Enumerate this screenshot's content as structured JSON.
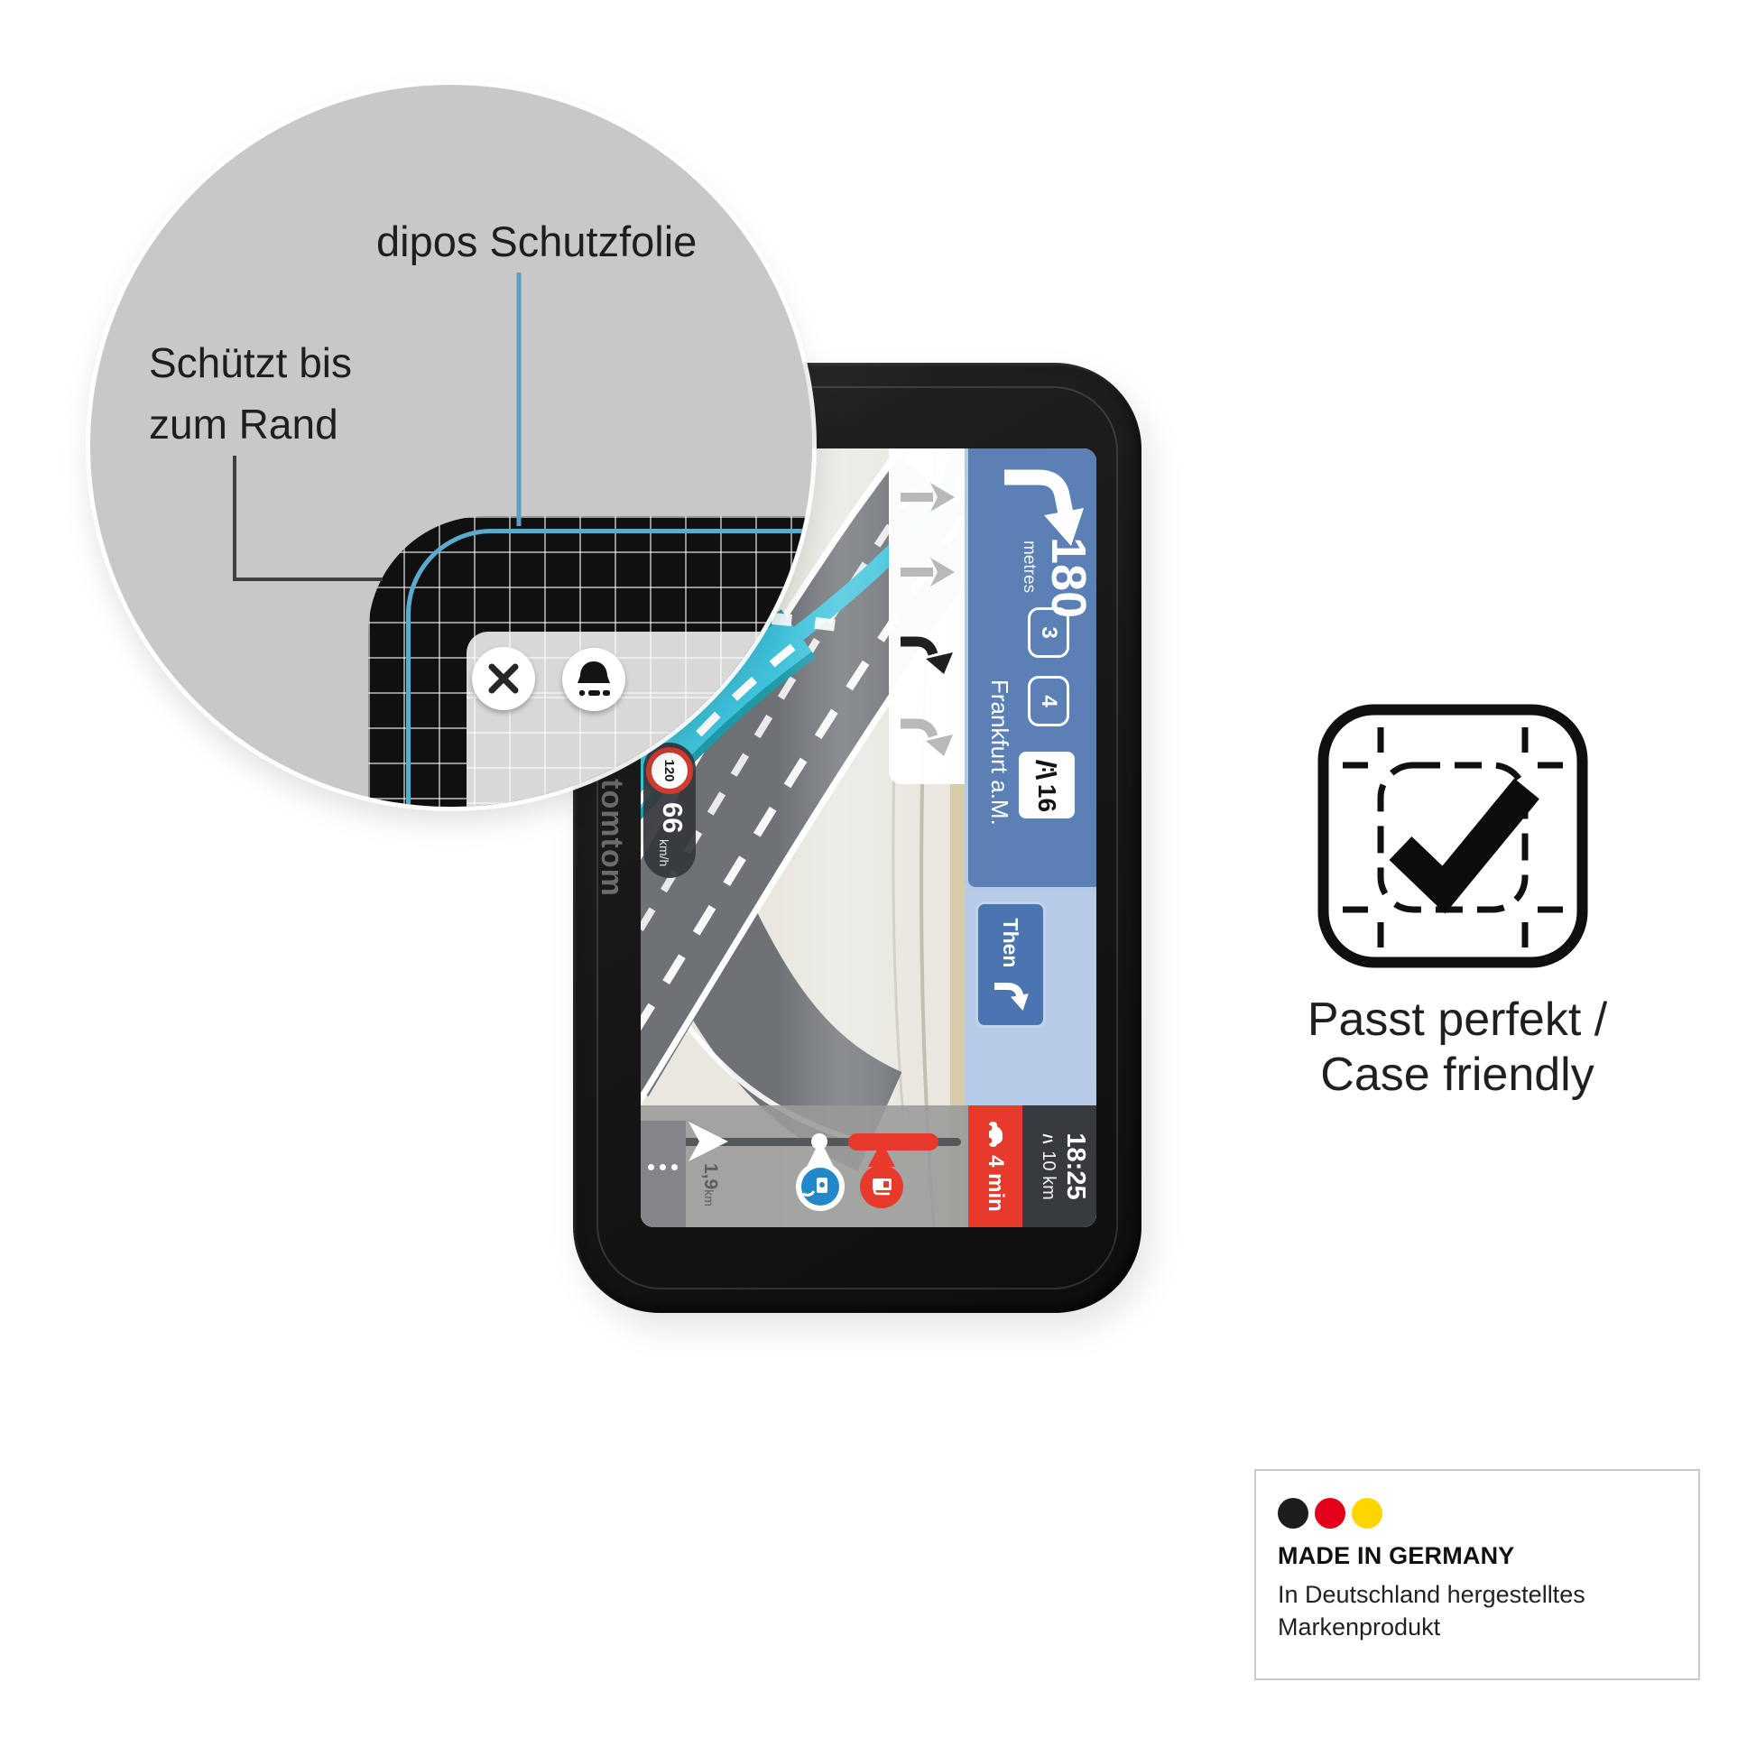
{
  "annotations": {
    "film_label": "dipos Schutzfolie",
    "edge_label_line1": "Schützt bis",
    "edge_label_line2": "zum Rand"
  },
  "device": {
    "brand": "tomtom",
    "nav": {
      "instruction": {
        "distance_value": "180",
        "distance_unit": "metres",
        "destination": "Frankfurt a.M.",
        "road_numbers": [
          "3",
          "4"
        ],
        "exit_number": "16"
      },
      "then_label": "Then",
      "route_bar": {
        "arrival_time": "18:25",
        "distance_remaining": "10 km",
        "delay": "4 min",
        "marker_distance_value": "1,9",
        "marker_distance_unit": "km"
      },
      "speed": {
        "current": "66",
        "unit": "km/h",
        "limit": "120"
      }
    }
  },
  "fit_claim": {
    "line1": "Passt perfekt /",
    "line2": "Case friendly"
  },
  "made_in_germany": {
    "title": "MADE IN GERMANY",
    "line1": "In Deutschland hergestelltes",
    "line2": "Markenprodukt",
    "flag_colors": [
      "#1d1d1b",
      "#e2001a",
      "#ffd500"
    ]
  },
  "colors": {
    "magnifier_bg": "#c8c8c8",
    "film_edge_blue": "#5aabce",
    "panel_blue": "#5b80b6",
    "panel_light_blue": "#b6cce6",
    "badge_blue": "#4a75b1",
    "route_cyan": "#3fc3dc",
    "alert_red": "#e8392d",
    "map_bg": "#e9e7e0"
  }
}
